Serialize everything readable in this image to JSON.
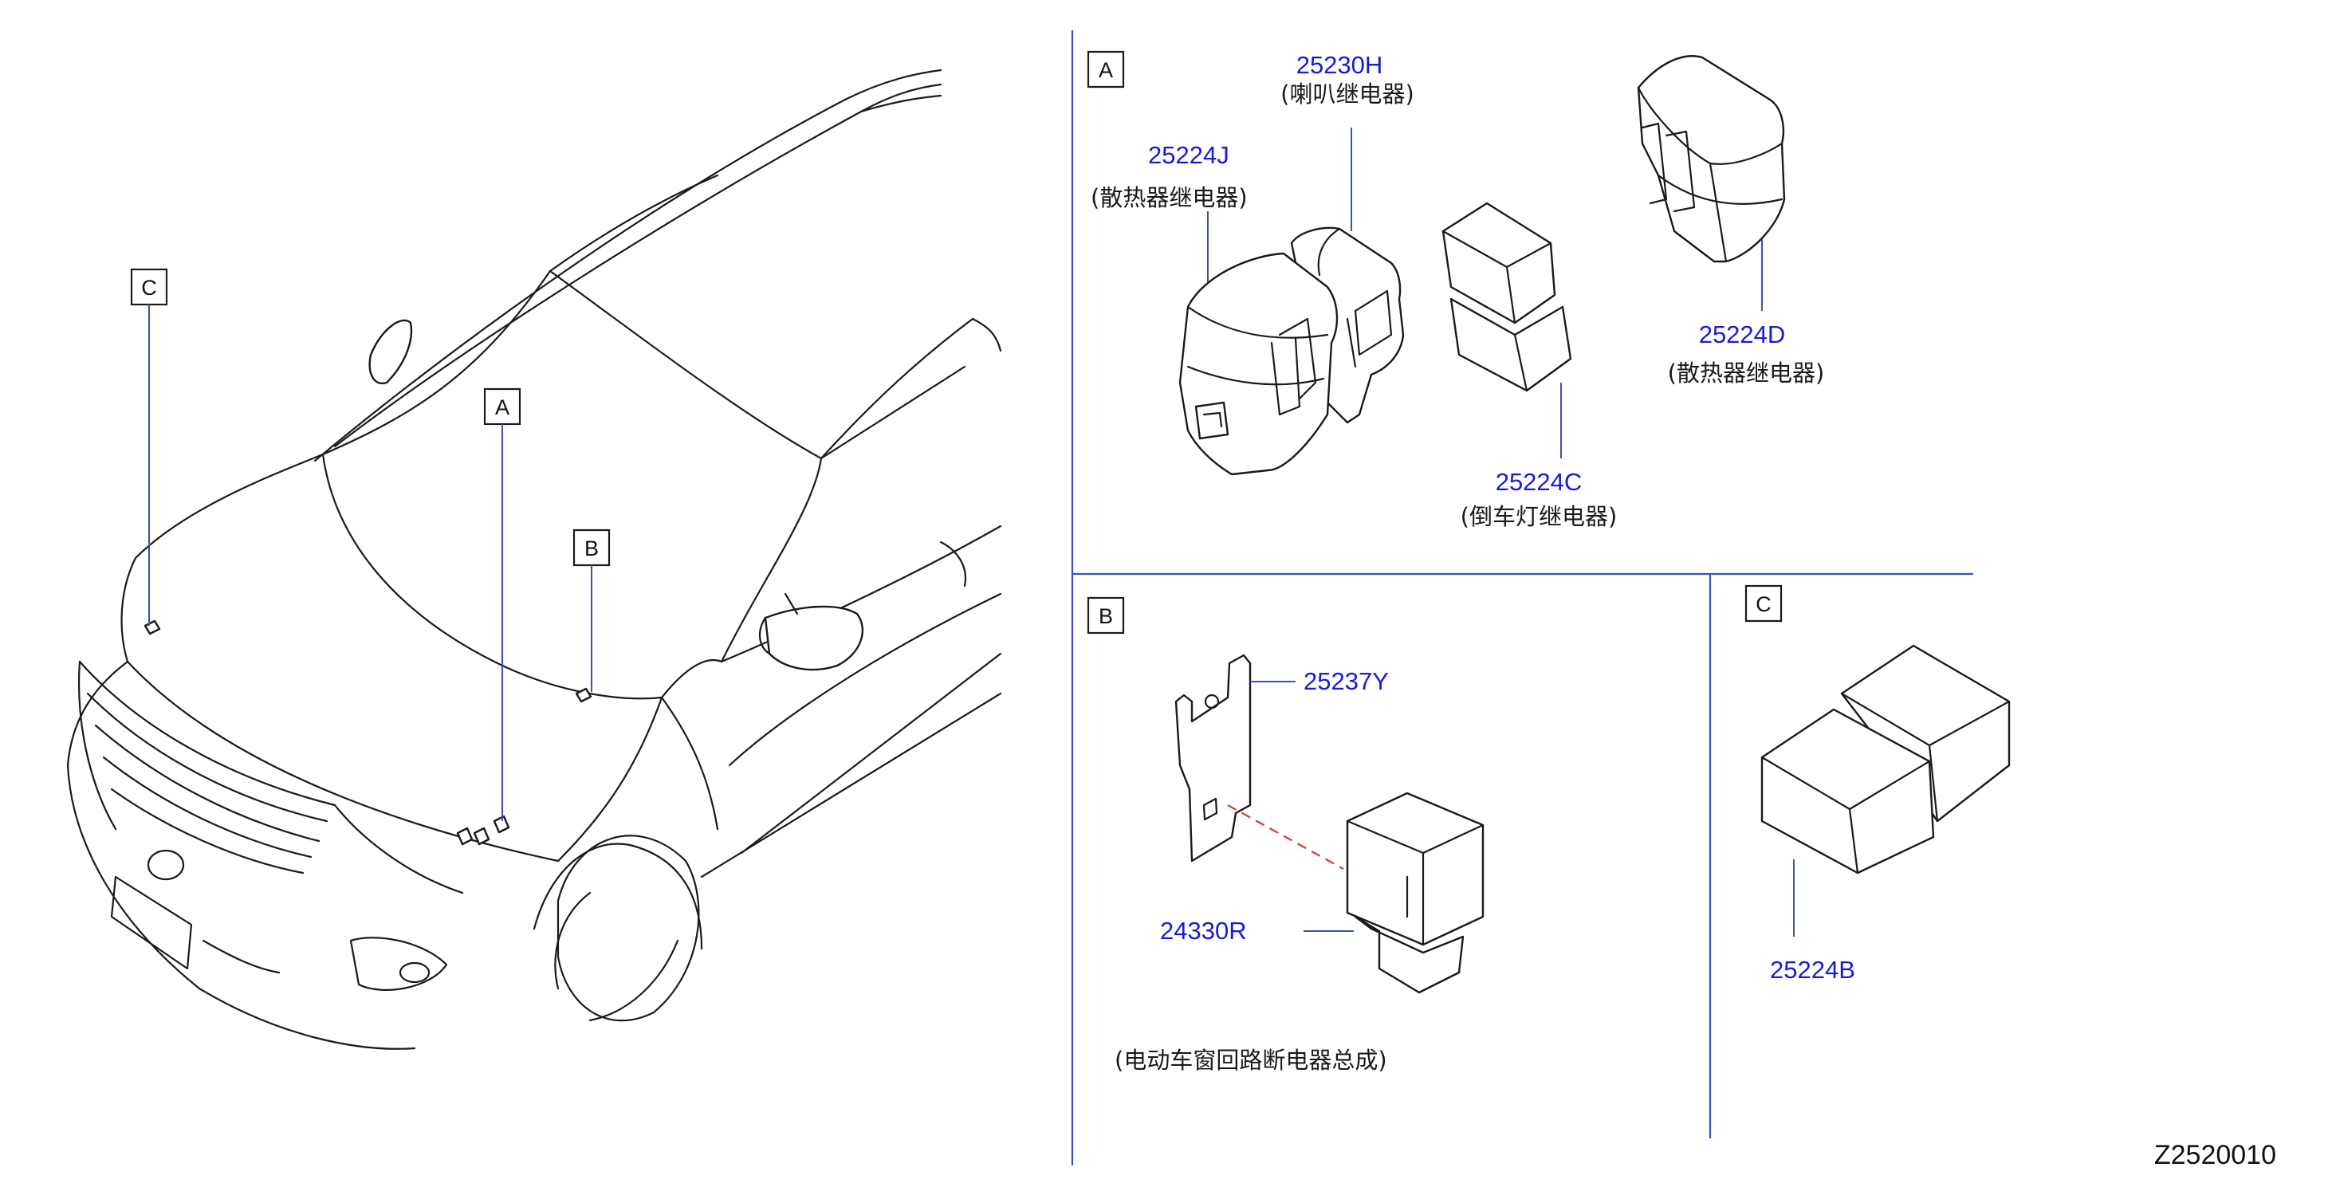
{
  "diagram_code": "Z2520010",
  "callouts": {
    "a": "A",
    "b": "B",
    "c": "C"
  },
  "section_a": {
    "tag": "A",
    "parts": [
      {
        "number": "25230H",
        "name": "(喇叭继电器)"
      },
      {
        "number": "25224J",
        "name": "(散热器继电器)"
      },
      {
        "number": "25224D",
        "name": "(散热器继电器)"
      },
      {
        "number": "25224C",
        "name": "(倒车灯继电器)"
      }
    ]
  },
  "section_b": {
    "tag": "B",
    "parts": [
      {
        "number": "25237Y"
      },
      {
        "number": "24330R"
      }
    ],
    "caption": "(电动车窗回路断电器总成)"
  },
  "section_c": {
    "tag": "C",
    "parts": [
      {
        "number": "25224B"
      }
    ]
  }
}
